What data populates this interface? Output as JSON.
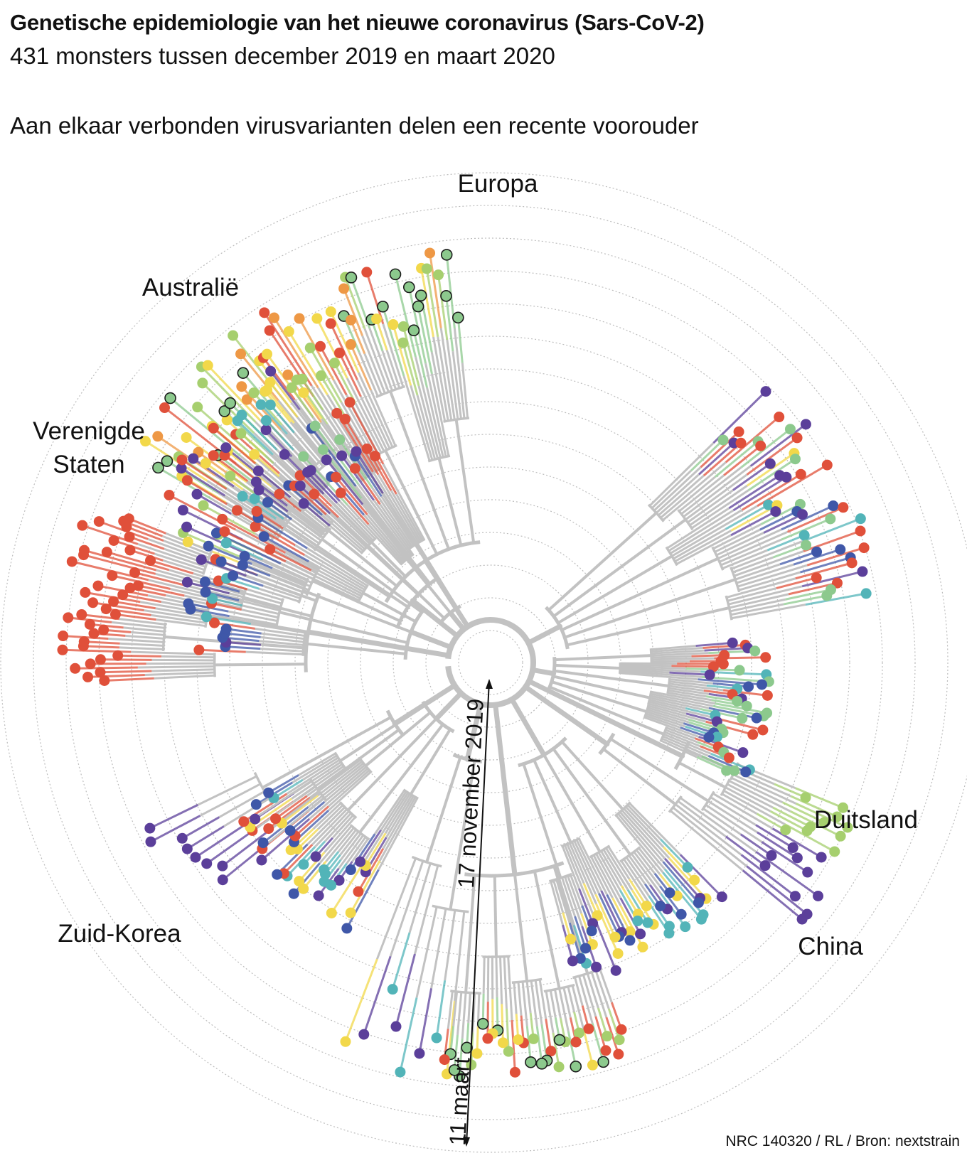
{
  "header": {
    "title": "Genetische epidemiologie van het nieuwe coronavirus (Sars-CoV-2)",
    "subtitle": "431 monsters tussen december 2019 en maart 2020",
    "description": "Aan elkaar verbonden virusvarianten delen een recente voorouder"
  },
  "regions": {
    "europe": "Europa",
    "australia": "Australië",
    "usa_line1": "Verenigde",
    "usa_line2": "Staten",
    "south_korea": "Zuid-Korea",
    "china": "China",
    "germany": "Duitsland"
  },
  "time_axis": {
    "start_label": "17 november 2019",
    "end_label": "11 maart"
  },
  "credit": "NRC 140320 / RL / Bron: nextstrain",
  "colors": {
    "branch": "#c2c2c2",
    "purple": "#5b3f9a",
    "blue": "#3f57a8",
    "teal": "#52b4b8",
    "green_light": "#a6cf6e",
    "green": "#8cc98d",
    "yellow": "#f2d84a",
    "orange": "#ee9845",
    "red": "#e0503a",
    "ring": "#bdbdbd"
  }
}
